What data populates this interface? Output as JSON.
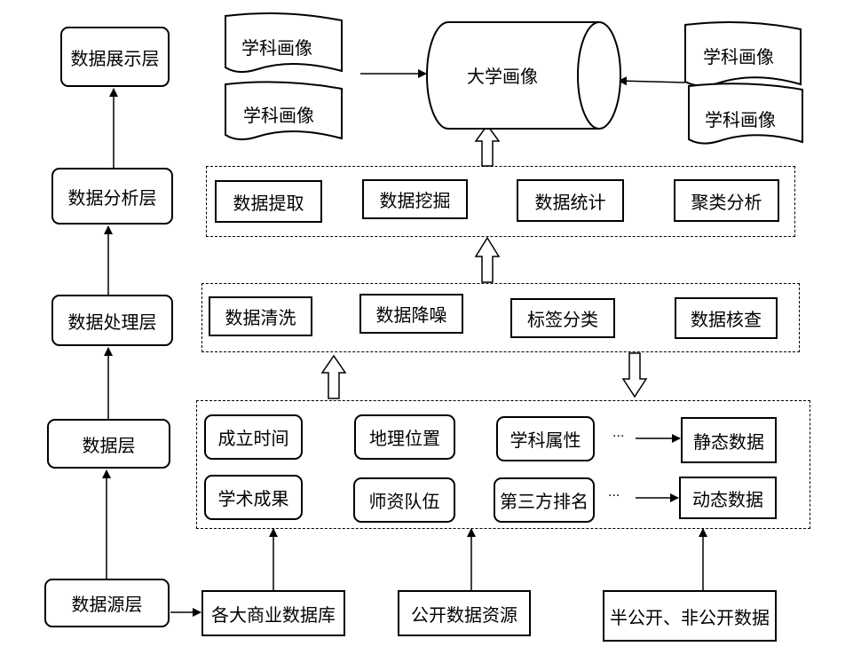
{
  "layers": {
    "display": "数据展示层",
    "analysis": "数据分析层",
    "processing": "数据处理层",
    "data": "数据层",
    "source": "数据源层"
  },
  "portraits": {
    "university": "大学画像",
    "subject_left_1": "学科画像",
    "subject_left_2": "学科画像",
    "subject_right_1": "学科画像",
    "subject_right_2": "学科画像"
  },
  "analysis_methods": [
    "数据提取",
    "数据挖掘",
    "数据统计",
    "聚类分析"
  ],
  "processing_methods": [
    "数据清洗",
    "数据降噪",
    "标签分类",
    "数据核查"
  ],
  "data_items": {
    "static": [
      "成立时间",
      "地理位置",
      "学科属性"
    ],
    "dynamic": [
      "学术成果",
      "师资队伍",
      "第三方排名"
    ],
    "ellipsis": "···",
    "static_label": "静态数据",
    "dynamic_label": "动态数据"
  },
  "sources": [
    "各大商业数据库",
    "公开数据资源",
    "半公开、非公开数据"
  ]
}
